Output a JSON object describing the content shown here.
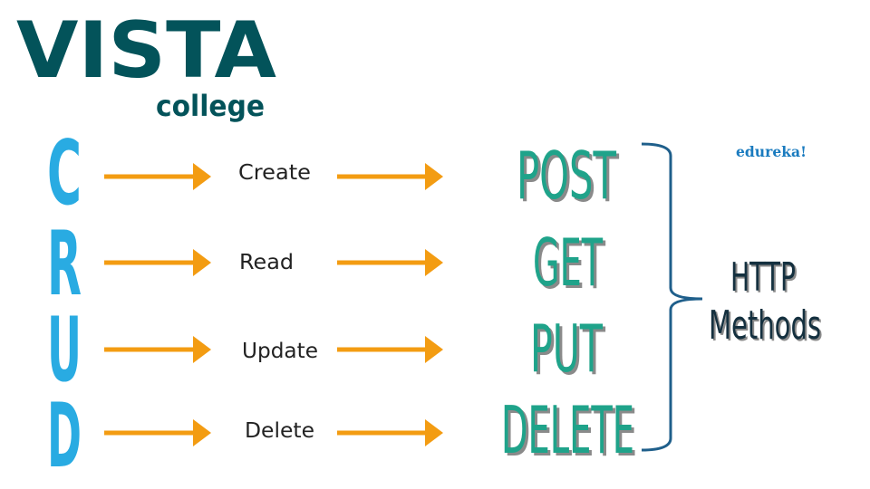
{
  "logo": {
    "brand": "VISTA",
    "sub": "college"
  },
  "watermark": "edureka!",
  "crud_letters": [
    "C",
    "R",
    "U",
    "D"
  ],
  "operations": [
    "Create",
    "Read",
    "Update",
    "Delete"
  ],
  "methods": [
    "POST",
    "GET",
    "PUT",
    "DELETE"
  ],
  "group_label": {
    "line1": "HTTP",
    "line2": "Methods"
  },
  "colors": {
    "logo": "#03535a",
    "crud": "#29abe2",
    "arrow": "#f39c12",
    "method": "#1fa38a",
    "brace": "#1f5f8b",
    "label": "#14303f",
    "watermark": "#1a7bbf"
  }
}
